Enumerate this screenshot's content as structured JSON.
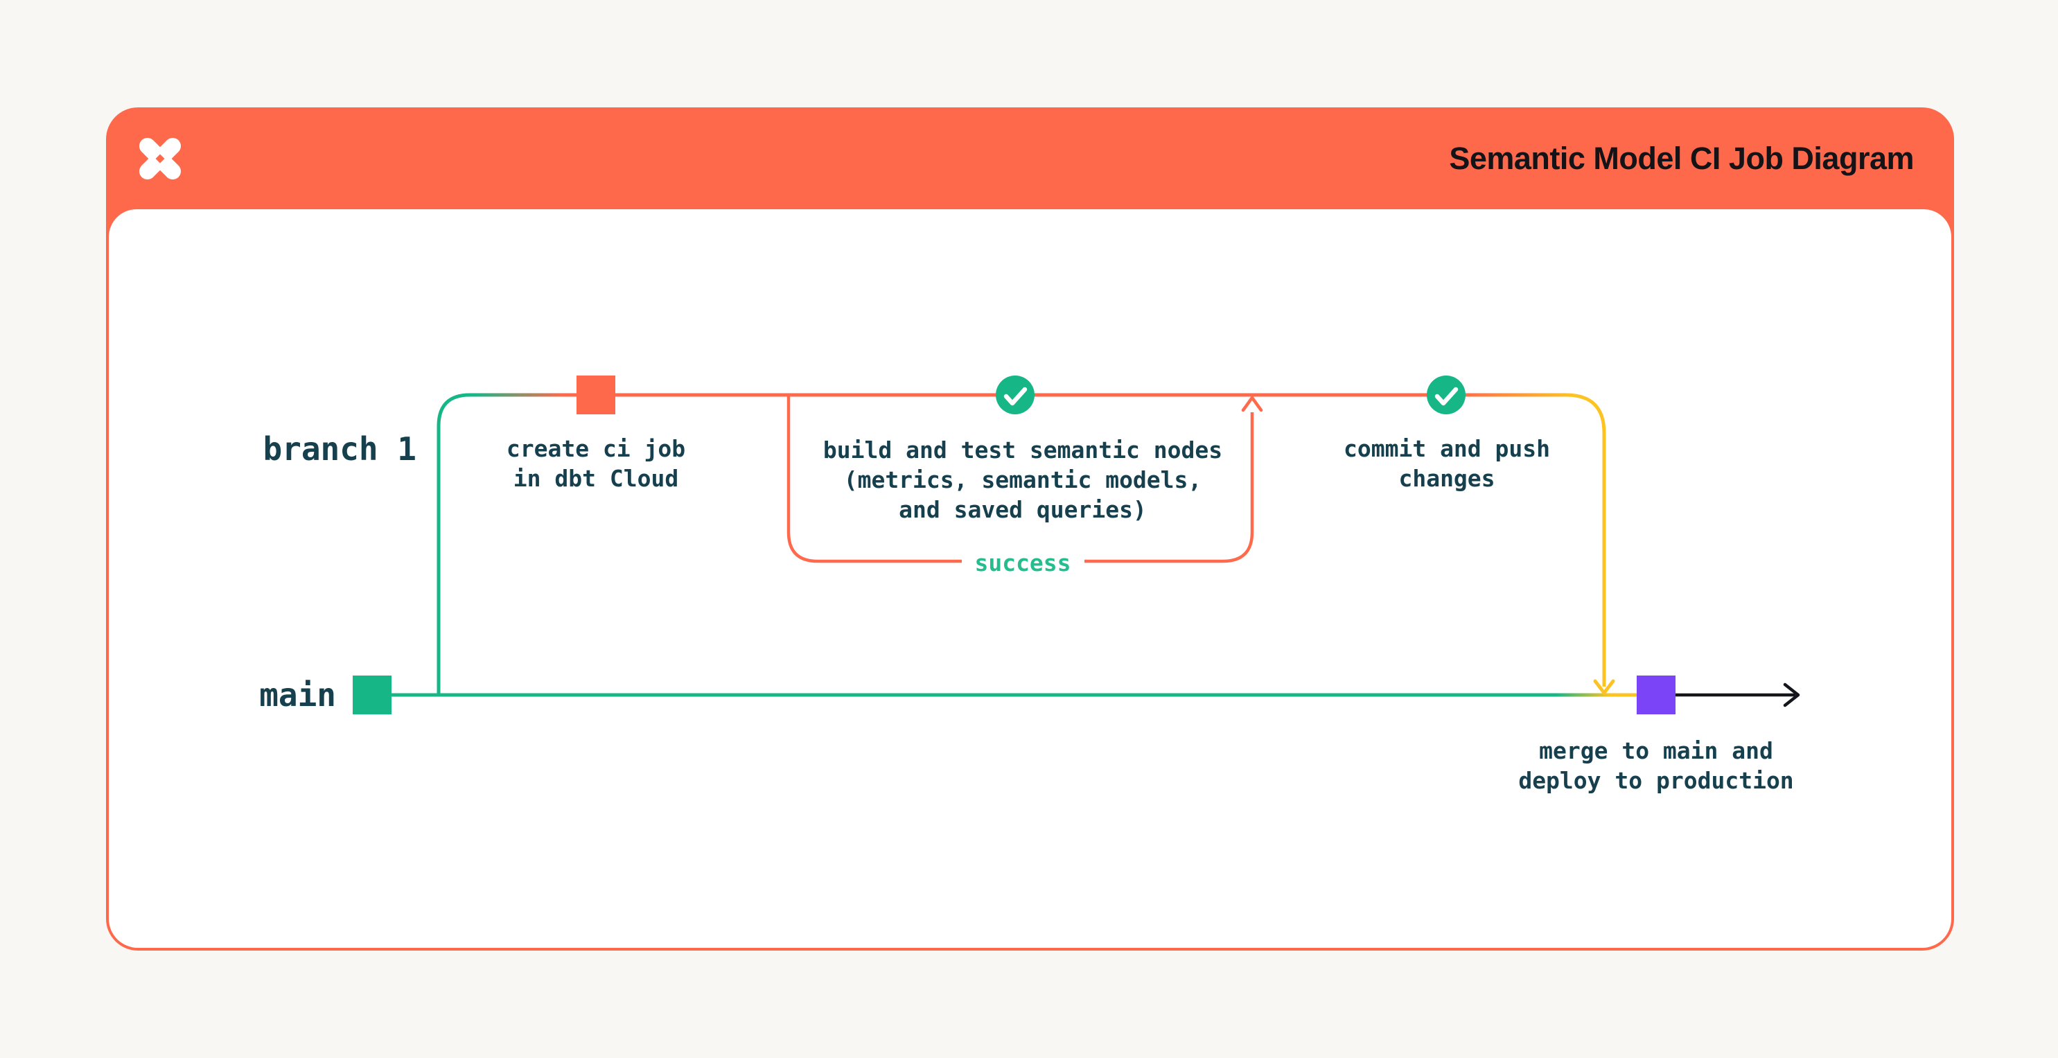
{
  "window": {
    "background_color": "#f8f7f4"
  },
  "header": {
    "title": "Semantic Model CI Job Diagram",
    "logo_icon": "dbt-logo",
    "background_color": "#ff694b",
    "title_color": "#131318"
  },
  "diagram": {
    "branch_label": "branch 1",
    "main_label": "main",
    "success_label": "success",
    "nodes": {
      "create_ci_job": {
        "marker": "orange-commit-square",
        "lines": [
          "create ci job",
          "in dbt Cloud"
        ]
      },
      "build_and_test": {
        "marker": "green-check-circle",
        "lines": [
          "build and test semantic nodes",
          "(metrics, semantic models,",
          "and saved queries)"
        ]
      },
      "commit_and_push": {
        "marker": "green-check-circle",
        "lines": [
          "commit and push",
          "changes"
        ]
      },
      "merge_to_main": {
        "marker": "purple-merge-square",
        "lines": [
          "merge to main and",
          "deploy to production"
        ]
      }
    },
    "colors": {
      "orange": "#ff694b",
      "green": "#17b687",
      "yellow": "#fdc323",
      "purple": "#7c44f7",
      "label_text": "#17404f",
      "success_text": "#25bd8e",
      "arrow_black": "#15161b"
    }
  }
}
